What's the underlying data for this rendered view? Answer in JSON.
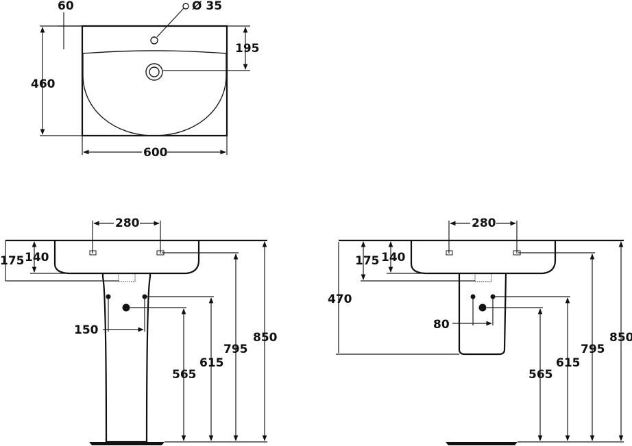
{
  "top_view": {
    "dim_60": "60",
    "dim_diameter": "Ø 35",
    "dim_195": "195",
    "dim_460": "460",
    "dim_600": "600"
  },
  "front_pedestal": {
    "dim_280": "280",
    "dim_175": "175",
    "dim_140": "140",
    "dim_150": "150",
    "dim_565": "565",
    "dim_615": "615",
    "dim_795": "795",
    "dim_850": "850"
  },
  "front_semi_pedestal": {
    "dim_280": "280",
    "dim_175": "175",
    "dim_140": "140",
    "dim_470": "470",
    "dim_80": "80",
    "dim_565": "565",
    "dim_615": "615",
    "dim_795": "795",
    "dim_850": "850"
  }
}
